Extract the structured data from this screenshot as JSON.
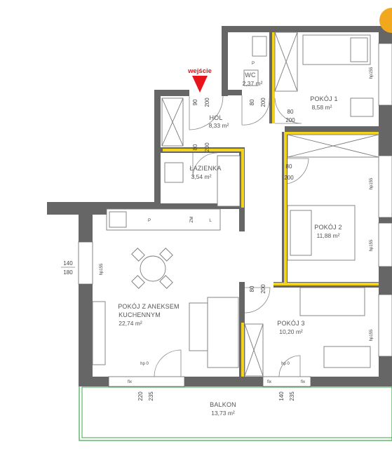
{
  "colors": {
    "wall": "#666666",
    "accent": "#f3d21a",
    "balcony": "#3aa64a",
    "entry": "#e8141c",
    "corner_badge": "#f2a81d"
  },
  "entry": {
    "label": "wejście"
  },
  "rooms": [
    {
      "id": "wc",
      "name": "WC",
      "area": "2,37 m²"
    },
    {
      "id": "hol",
      "name": "HOL",
      "area": "8,33 m²"
    },
    {
      "id": "lazienka",
      "name": "ŁAZIENKA",
      "area": "3,54 m²"
    },
    {
      "id": "pokoj1",
      "name": "POKÓJ 1",
      "area": "8,58 m²"
    },
    {
      "id": "pokoj2",
      "name": "POKÓJ 2",
      "area": "11,88 m²"
    },
    {
      "id": "pokoj3",
      "name": "POKÓJ 3",
      "area": "10,20 m²"
    },
    {
      "id": "salon",
      "name": "POKÓJ Z ANEKSEM",
      "name2": "KUCHENNYM",
      "area": "22,74 m²"
    },
    {
      "id": "balkon",
      "name": "BALKON",
      "area": "13,73 m²"
    }
  ],
  "dimensions": {
    "entry_w": "90",
    "entry_h": "200",
    "wc_w": "80",
    "wc_h": "200",
    "p1_w": "80",
    "p1_h": "200",
    "laz_w": "80",
    "laz_h": "200",
    "p2_w": "80",
    "p2_h": "200",
    "p3_w": "80",
    "p3_h": "200",
    "win_left_w": "140",
    "win_left_h": "180",
    "balc_left_w": "220",
    "balc_left_h": "235",
    "balc_right_w": "140",
    "balc_right_h": "235"
  },
  "labels": {
    "hp155": "hp155",
    "hp0": "hp 0",
    "fix": "fix",
    "p": "P",
    "zm": "ZM",
    "l": "L"
  }
}
